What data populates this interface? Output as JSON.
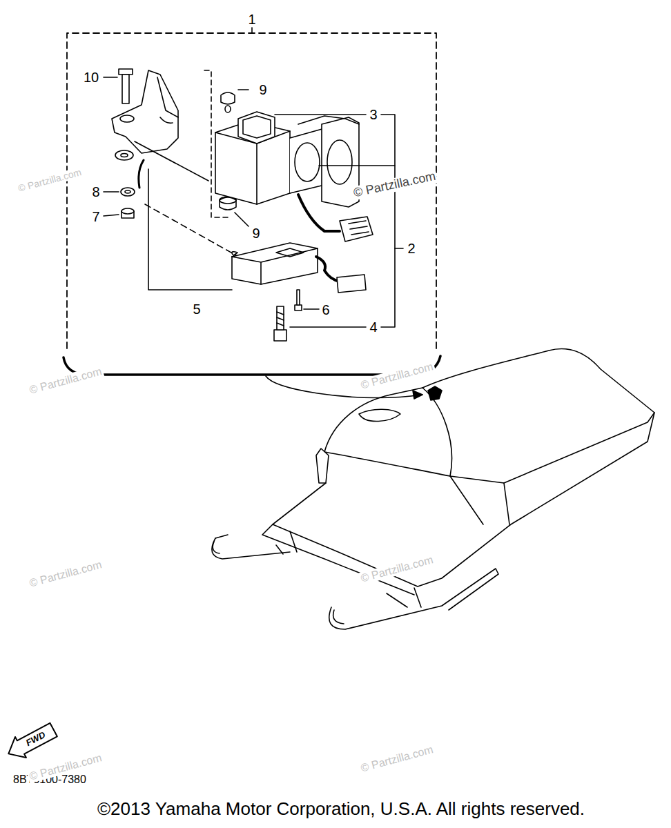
{
  "diagram": {
    "caption": "©2013 Yamaha Motor Corporation, U.S.A. All rights reserved.",
    "labels": [
      "1",
      "10",
      "9",
      "3",
      "8",
      "7",
      "9",
      "2",
      "5",
      "6",
      "4",
      "FWD",
      "8BT3100-7380",
      "© Partzilla.com",
      "© Partzilla.com",
      "© Partzilla.com",
      "© Partzilla.com",
      "© Partzilla.com",
      "© Partzilla.com",
      "© Partzilla.com",
      "© Partzilla.com"
    ]
  }
}
